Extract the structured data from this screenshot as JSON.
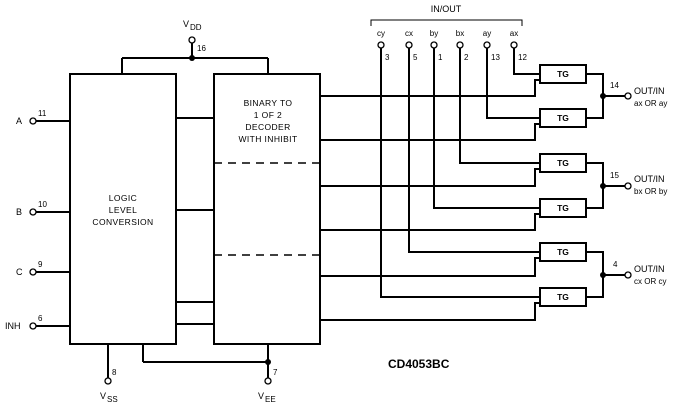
{
  "power": {
    "vdd_label": "V",
    "vdd_sub": "DD",
    "vdd_pin": "16",
    "vss_label": "V",
    "vss_sub": "SS",
    "vss_pin": "8",
    "vee_label": "V",
    "vee_sub": "EE",
    "vee_pin": "7"
  },
  "inputs": [
    {
      "name": "A",
      "pin": "11"
    },
    {
      "name": "B",
      "pin": "10"
    },
    {
      "name": "C",
      "pin": "9"
    },
    {
      "name": "INH",
      "pin": "6"
    }
  ],
  "logic_block": [
    "LOGIC",
    "LEVEL",
    "CONVERSION"
  ],
  "decoder_block": [
    "BINARY TO",
    "1 OF 2",
    "DECODER",
    "WITH INHIBIT"
  ],
  "inout_header": "IN/OUT",
  "inout_pins": [
    {
      "name": "cy",
      "pin": "3"
    },
    {
      "name": "cx",
      "pin": "5"
    },
    {
      "name": "by",
      "pin": "1"
    },
    {
      "name": "bx",
      "pin": "2"
    },
    {
      "name": "ay",
      "pin": "13"
    },
    {
      "name": "ax",
      "pin": "12"
    }
  ],
  "tg_label": "TG",
  "outputs": [
    {
      "pin": "14",
      "line1": "OUT/IN",
      "line2": "ax OR ay"
    },
    {
      "pin": "15",
      "line1": "OUT/IN",
      "line2": "bx OR by"
    },
    {
      "pin": "4",
      "line1": "OUT/IN",
      "line2": "cx OR cy"
    }
  ],
  "part_number": "CD4053BC"
}
